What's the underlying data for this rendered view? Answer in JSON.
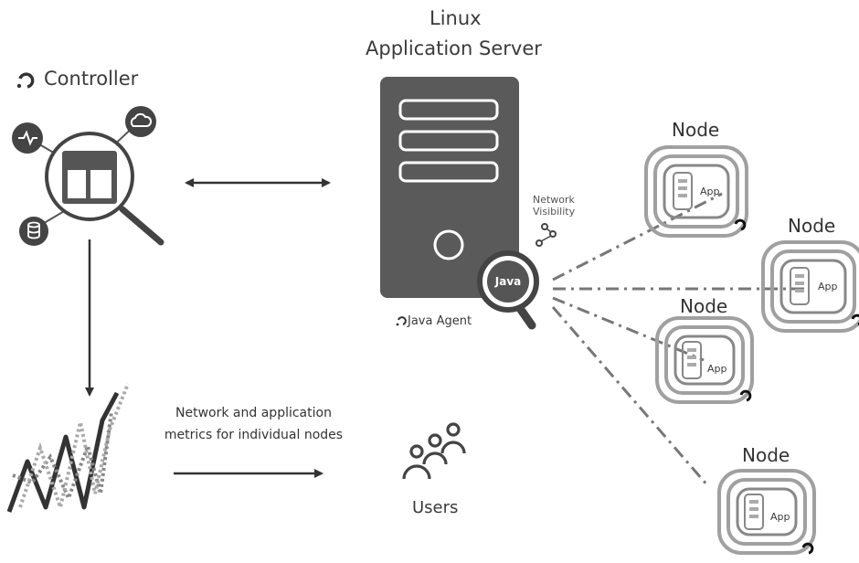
{
  "server": {
    "title_line1": "Linux",
    "title_line2": "Application Server"
  },
  "controller": {
    "label": "Controller"
  },
  "agent": {
    "label": "Java Agent",
    "badge": "Java"
  },
  "network_visibility": {
    "line1": "Network",
    "line2": "Visibility"
  },
  "nodes": [
    {
      "label": "Node",
      "app": "App"
    },
    {
      "label": "Node",
      "app": "App"
    },
    {
      "label": "Node",
      "app": "App"
    },
    {
      "label": "Node",
      "app": "App"
    }
  ],
  "metrics": {
    "line1": "Network and application",
    "line2": "metrics for individual nodes"
  },
  "users": {
    "label": "Users"
  },
  "icons": [
    "appdynamics-logo-icon",
    "activity-icon",
    "cloud-icon",
    "database-icon",
    "dashboard-icon",
    "magnifier-icon",
    "server-icon",
    "java-magnifier-icon",
    "network-visibility-icon",
    "app-icon",
    "users-icon",
    "chart-lines-icon"
  ],
  "colors": {
    "server": "#5a5a5a",
    "dark": "#444444",
    "line": "#7d7d7d",
    "node_ring": "#9b9b9b"
  }
}
